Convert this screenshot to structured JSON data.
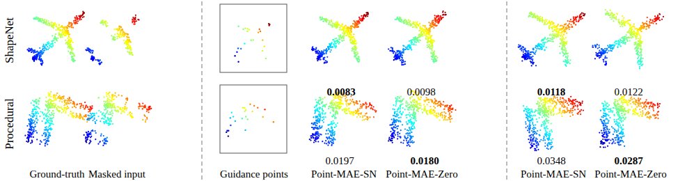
{
  "diagram": {
    "labels": [
      "ShapeNet",
      "Procedural",
      "0.0083",
      "0.0098",
      "0.0118",
      "0.0122",
      "0.0197",
      "0.0180",
      "0.0348",
      "0.0287",
      "Ground-truth",
      "Masked input",
      "Guidance points",
      "Point-MAE-SN",
      "Point-MAE-Zero",
      "Point-MAE-SN",
      "Point-MAE-Zero"
    ]
  }
}
